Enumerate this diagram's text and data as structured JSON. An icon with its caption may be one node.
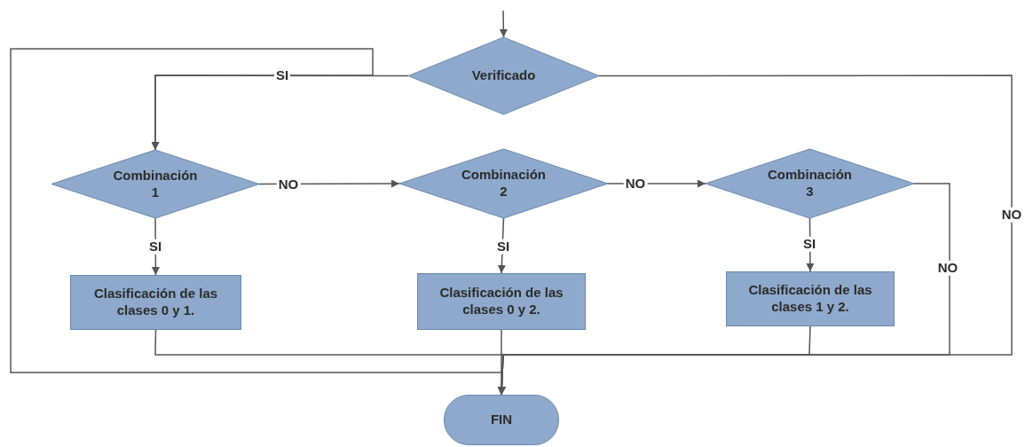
{
  "diagram": {
    "nodes": [
      {
        "text": [
          "Verificado"
        ]
      },
      {
        "text": [
          "Combinación 1"
        ]
      },
      {
        "text": [
          "Combinación 2"
        ]
      },
      {
        "text": [
          "Combinación 3"
        ]
      },
      {
        "text": [
          "Clasificación de las clases 0 y 1."
        ]
      },
      {
        "text": [
          "Clasificación de las clases 0 y 2."
        ]
      },
      {
        "text": [
          "Clasificación de las clases 1 y 2."
        ]
      },
      {
        "text": [
          "FIN"
        ]
      }
    ],
    "edges": [
      {
        "from": null,
        "to": 0,
        "arrow": "to"
      },
      {
        "from": 0,
        "to": 1,
        "arrow": "to",
        "label": "SI"
      },
      {
        "from": 0,
        "to": 7,
        "arrow": "to",
        "label": "NO"
      },
      {
        "from": 1,
        "to": 2,
        "arrow": "to",
        "label": "NO"
      },
      {
        "from": 2,
        "to": 3,
        "arrow": "to",
        "label": "NO"
      },
      {
        "from": 1,
        "to": 4,
        "arrow": "to",
        "label": "SI"
      },
      {
        "from": 2,
        "to": 5,
        "arrow": "to",
        "label": "SI"
      },
      {
        "from": 3,
        "to": 6,
        "arrow": "to",
        "label": "SI"
      },
      {
        "from": 3,
        "to": 7,
        "arrow": "to",
        "label": "NO"
      },
      {
        "from": 4,
        "to": 7,
        "arrow": "to"
      },
      {
        "from": 5,
        "to": 7,
        "arrow": "to"
      },
      {
        "from": 6,
        "to": 7,
        "arrow": "to"
      },
      {
        "from": null,
        "to": 1,
        "arrow": "to"
      }
    ]
  }
}
